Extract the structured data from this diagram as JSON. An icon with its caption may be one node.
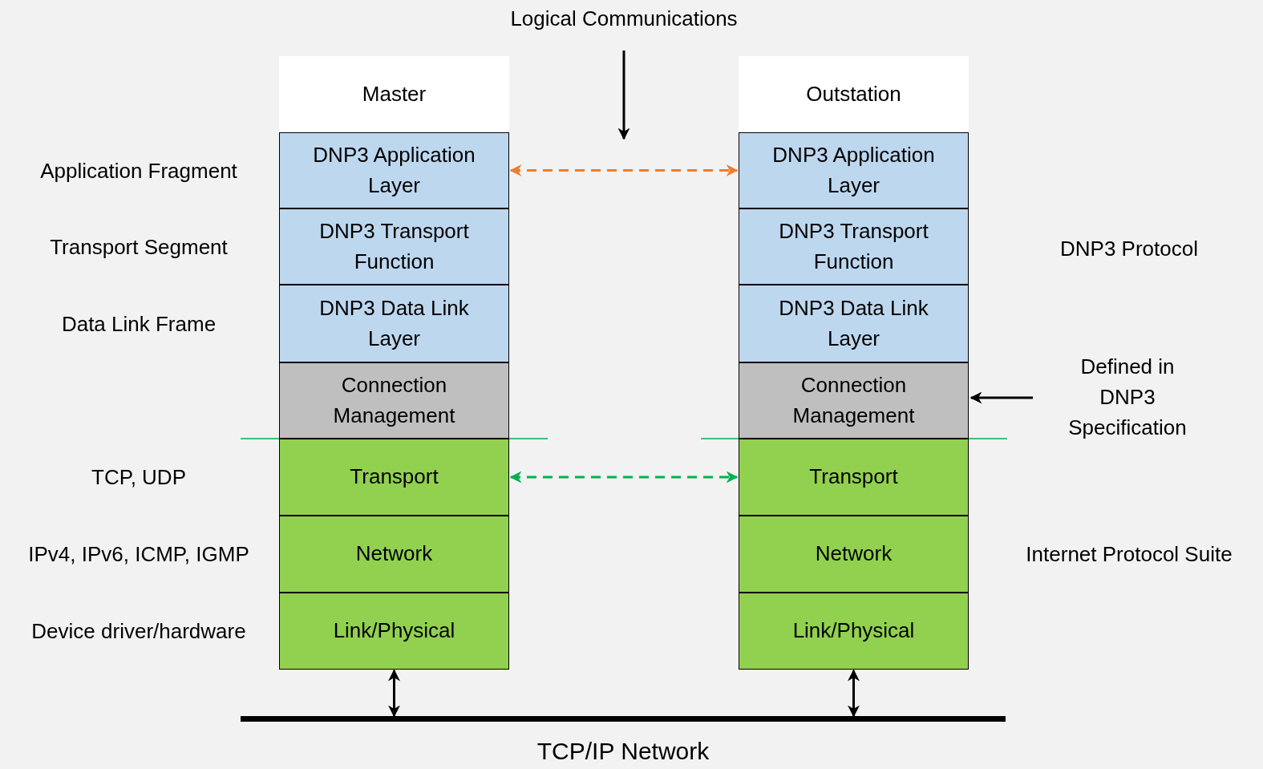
{
  "diagram": {
    "nodes": [
      {
        "text": [
          "Master"
        ]
      },
      {
        "text": [
          "DNP3 Application Layer"
        ]
      },
      {
        "text": [
          "DNP3 Transport Function"
        ]
      },
      {
        "text": [
          "DNP3 Data Link Layer"
        ]
      },
      {
        "text": [
          "Connection Management"
        ]
      },
      {
        "text": [
          "Transport"
        ]
      },
      {
        "text": [
          "Network"
        ]
      },
      {
        "text": [
          "Link/Physical"
        ]
      },
      {
        "text": [
          "Outstation"
        ]
      },
      {
        "text": [
          "DNP3 Application Layer"
        ]
      },
      {
        "text": [
          "DNP3 Transport Function"
        ]
      },
      {
        "text": [
          "DNP3 Data Link Layer"
        ]
      },
      {
        "text": [
          "Connection Management"
        ]
      },
      {
        "text": [
          "Transport"
        ]
      },
      {
        "text": [
          "Network"
        ]
      },
      {
        "text": [
          "Link/Physical"
        ]
      },
      {
        "text": [
          "TCP/IP Network"
        ]
      },
      {
        "text": [
          "Logical Communications"
        ]
      },
      {
        "text": [
          "Defined in DNP3 Specification"
        ]
      }
    ],
    "edges": [
      {
        "from": 1,
        "to": 9,
        "arrow": "both",
        "style": "dashed",
        "color": "#ed7d31"
      },
      {
        "from": 5,
        "to": 13,
        "arrow": "both",
        "style": "dashed",
        "color": "#00b050"
      },
      {
        "from": 7,
        "to": 16,
        "arrow": "both"
      },
      {
        "from": 15,
        "to": 16,
        "arrow": "both"
      },
      {
        "from": 17,
        "to": null,
        "arrow": "to"
      },
      {
        "from": 18,
        "to": 12,
        "arrow": "to"
      }
    ],
    "labels": [
      "Application Fragment",
      "Transport Segment",
      "DNP3 Protocol",
      "Data Link Frame",
      "TCP, UDP",
      "IPv4, IPv6, ICMP, IGMP",
      "Internet Protocol Suite",
      "Device driver/hardware"
    ]
  }
}
